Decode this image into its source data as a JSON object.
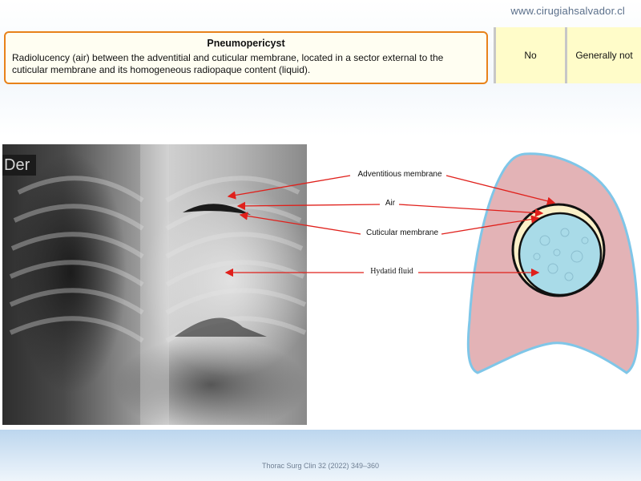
{
  "site_url": "www.cirugiahsalvador.cl",
  "table_row": {
    "title": "Pneumopericyst",
    "description": "Radiolucency (air) between the adventitial and cuticular membrane, located in a sector external to the cuticular membrane and its homogeneous radiopaque content (liquid).",
    "col1": "No",
    "col2": "Generally not"
  },
  "xray": {
    "side_label": "Der"
  },
  "diagram": {
    "labels": {
      "adventitious": "Adventitious membrane",
      "air": "Air",
      "cuticular": "Cuticular membrane",
      "fluid": "Hydatid fluid"
    },
    "colors": {
      "lung": "#e3b3b6",
      "lung_outline": "#7fc6e8",
      "fluid": "#a9dbe8",
      "air": "#fbf0c8",
      "arrow": "#e0201b",
      "accent": "#e8821a"
    }
  },
  "citation": "Thorac Surg Clin 32 (2022) 349–360"
}
